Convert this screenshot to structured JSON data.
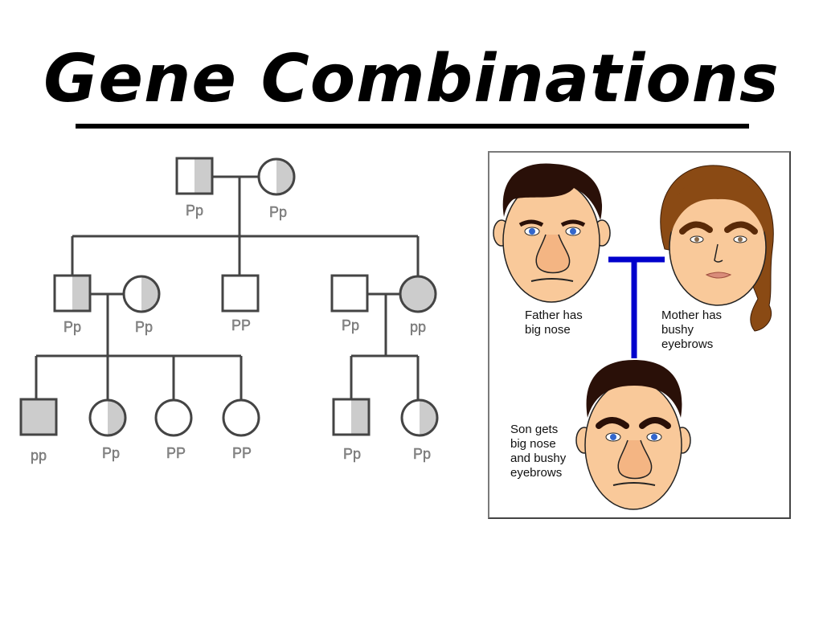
{
  "title": "Gene Combinations",
  "pedigree": {
    "genotypes": {
      "gen1_father": "Pp",
      "gen1_mother": "Pp",
      "gen2_son_a": "Pp",
      "gen2_wife_a": "Pp",
      "gen2_son_b": "PP",
      "gen2_husband_c": "Pp",
      "gen2_daughter_c": "pp",
      "gen3_a1": "pp",
      "gen3_a2": "Pp",
      "gen3_a3": "PP",
      "gen3_a4": "PP",
      "gen3_c1": "Pp",
      "gen3_c2": "Pp"
    },
    "colors": {
      "affected_fill": "#cccccc",
      "line": "#444444"
    }
  },
  "panel": {
    "father_caption": "Father has\nbig nose",
    "mother_caption": "Mother has\nbushy\neyebrows",
    "son_caption": "Son gets\nbig nose\nand bushy\neyebrows",
    "colors": {
      "connector": "#0000cc",
      "skin": "#f9c99a",
      "father_hair": "#2a1008",
      "mother_hair": "#8a4a14"
    }
  }
}
